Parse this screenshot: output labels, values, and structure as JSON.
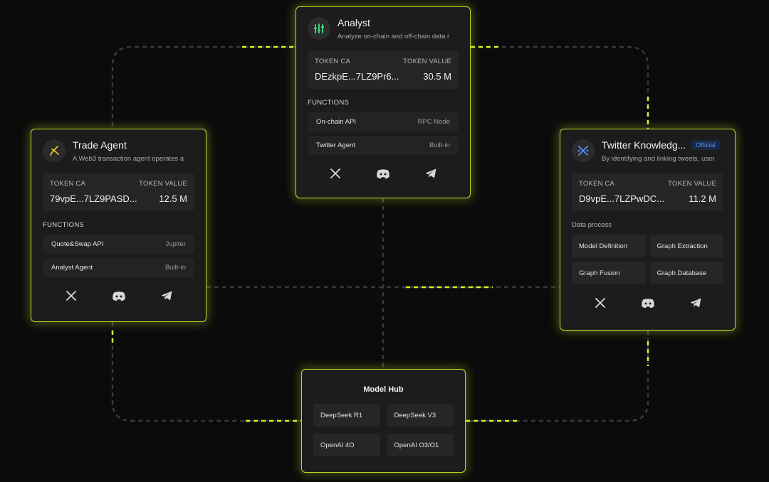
{
  "analyst": {
    "title": "Analyst",
    "subtitle": "Analyze on-chain and off-chain data r",
    "token_ca_label": "TOKEN CA",
    "token_value_label": "TOKEN VALUE",
    "token_ca": "DEzkpE...7LZ9Pr6...",
    "token_value": "30.5 M",
    "functions_label": "FUNCTIONS",
    "functions": [
      {
        "name": "On-chain API",
        "provider": "RPC Node"
      },
      {
        "name": "Twitter Agent",
        "provider": "Built-in"
      }
    ],
    "icon": "chart-bars-icon",
    "icon_color": "#3ad07a"
  },
  "trade": {
    "title": "Trade Agent",
    "subtitle": "A Web3 transaction agent operates a",
    "token_ca_label": "TOKEN CA",
    "token_value_label": "TOKEN VALUE",
    "token_ca": "79vpE...7LZ9PASD...",
    "token_value": "12.5 M",
    "functions_label": "FUNCTIONS",
    "functions": [
      {
        "name": "Quote&Swap API",
        "provider": "Jupiter"
      },
      {
        "name": "Analyst Agent",
        "provider": "Built-in"
      }
    ],
    "icon": "jupiter-logo-icon",
    "icon_color": "#e8c233"
  },
  "twitter": {
    "title": "Twitter Knowledg...",
    "badge": "Official",
    "subtitle": "By identifying and linking tweets, user",
    "token_ca_label": "TOKEN CA",
    "token_value_label": "TOKEN VALUE",
    "token_ca": "D9vpE...7LZPwDC...",
    "token_value": "11.2 M",
    "process_label": "Data process",
    "process": [
      "Model Definition",
      "Graph Extraction",
      "Graph Fusion",
      "Graph Database"
    ],
    "icon": "network-x-icon",
    "icon_color": "#4c8dff"
  },
  "hub": {
    "title": "Model Hub",
    "models": [
      "DeepSeek R1",
      "DeepSeek V3",
      "OpenAI 4O",
      "OpenAI O3/O1"
    ]
  },
  "socials": [
    "x-icon",
    "discord-icon",
    "telegram-icon"
  ],
  "colors": {
    "accent": "#b9d82c",
    "connector_dash": "#3a3a3a",
    "connector_accent": "#d7f227",
    "card_bg": "#1c1c1c",
    "page_bg": "#0b0b0b"
  }
}
